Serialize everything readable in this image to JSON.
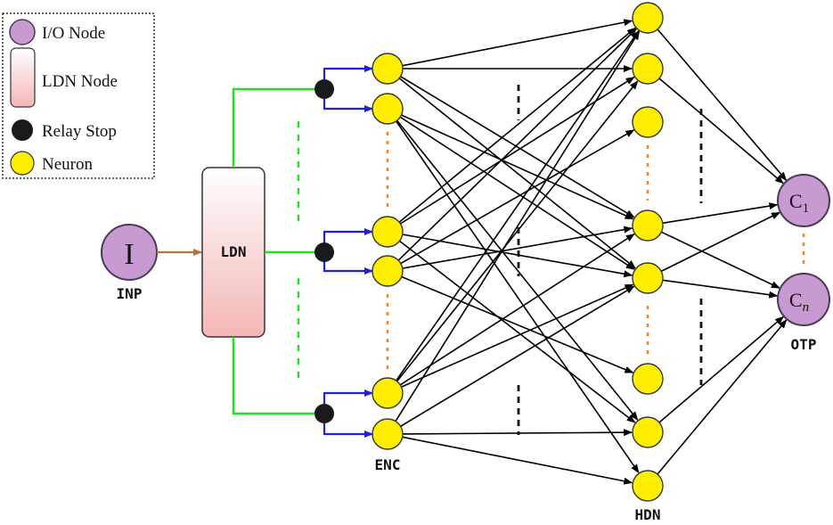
{
  "legend": {
    "items": [
      {
        "label": "I/O Node",
        "symbol": "io-node"
      },
      {
        "label": "LDN Node",
        "symbol": "ldn-node"
      },
      {
        "label": "Relay Stop",
        "symbol": "relay-stop"
      },
      {
        "label": "Neuron",
        "symbol": "neuron"
      }
    ]
  },
  "input": {
    "glyph": "I",
    "label": "INP"
  },
  "ldn": {
    "label": "LDN"
  },
  "encoder": {
    "label": "ENC"
  },
  "hidden": {
    "label": "HDN"
  },
  "output": {
    "label": "OTP",
    "node1_main": "C",
    "node1_sub": "1",
    "node2_main": "C",
    "node2_sub": "n"
  },
  "colors": {
    "io_node": "#c79bd1",
    "io_stroke": "#4a3a55",
    "neuron": "#ffee00",
    "relay": "#1a1a1a",
    "ldn_top": "#ffffff",
    "ldn_bottom": "#f4b6b6",
    "green_link": "#22e022",
    "blue_link": "#1f1fe0",
    "input_arrow": "#b8732e",
    "orange_dots": "#ff7f1a",
    "black_dashes": "#111111",
    "edge": "#000000"
  }
}
